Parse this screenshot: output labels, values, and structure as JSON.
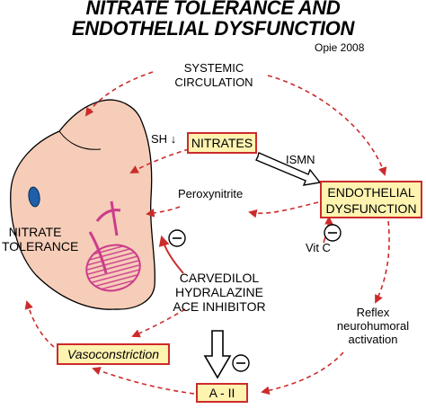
{
  "title": {
    "line1": "NITRATE TOLERANCE AND",
    "line2": "ENDOTHELIAL DYSFUNCTION"
  },
  "credit": "Opie 2008",
  "labels": {
    "systemic_line1": "SYSTEMIC",
    "systemic_line2": "CIRCULATION",
    "sh": "SH",
    "nitrates": "NITRATES",
    "ismn": "ISMN",
    "endothelial_line1": "ENDOTHELIAL",
    "endothelial_line2": "DYSFUNCTION",
    "peroxynitrite": "Peroxynitrite",
    "nitrate_tolerance_line1": "NITRATE",
    "nitrate_tolerance_line2": "TOLERANCE",
    "vitc": "Vit C",
    "drug1": "CARVEDILOL",
    "drug2": "HYDRALAZINE",
    "drug3": "ACE INHIBITOR",
    "reflex_line1": "Reflex",
    "reflex_line2": "neurohumoral",
    "reflex_line3": "activation",
    "vasoconstriction": "Vasoconstriction",
    "a2": "A - II"
  },
  "symbols": {
    "inhibit": "⊖",
    "down_arrow": "↓"
  },
  "colors": {
    "arrow_red": "#cc2b2b",
    "box_fill": "#fff3b0",
    "heart_fill": "#f6cdb8",
    "tissue_magenta": "#cc3c8c",
    "blue_spot": "#1f5ea8"
  }
}
